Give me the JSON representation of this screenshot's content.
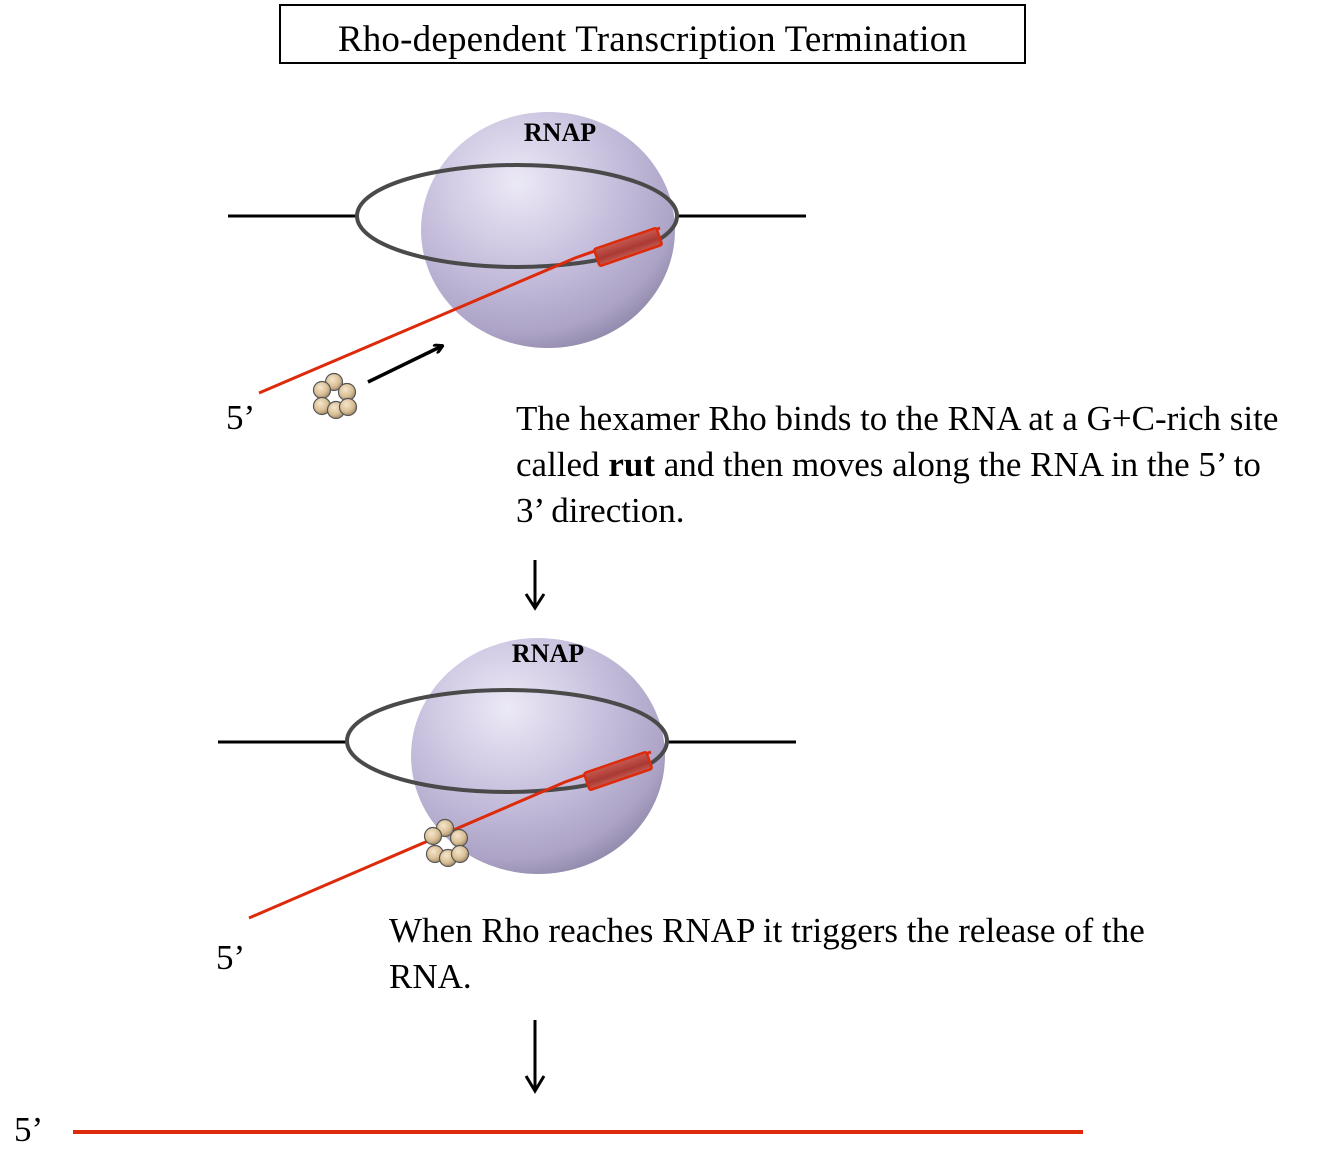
{
  "title": "Rho-dependent Transcription Termination",
  "colors": {
    "rna": "#dd2a0a",
    "rnap_fill": "#c9c2df",
    "rnap_highlight": "#e4e0f2",
    "rnap_shadow": "#9a92b5",
    "dna": "#000000",
    "bubble": "#4a4a4a",
    "rho_subunit": "#dcc29a",
    "rho_outline": "#555555",
    "hybrid_box": "#b5403a"
  },
  "steps": [
    {
      "rnap_label": "RNAP",
      "five_prime_label": "5’",
      "caption_pre": "The hexamer Rho binds to the RNA at a G+C-rich site called ",
      "caption_bold": "rut",
      "caption_post": " and then moves along the RNA in the 5’ to 3’ direction.",
      "rho_position": "on RNA near 5' end, moving toward RNAP"
    },
    {
      "rnap_label": "RNAP",
      "five_prime_label": "5’",
      "caption": "When Rho reaches RNAP it triggers the release of the RNA.",
      "rho_position": "at RNAP"
    },
    {
      "five_prime_label": "5’",
      "description": "released RNA"
    }
  ],
  "arrows": [
    "down-arrow",
    "down-arrow"
  ]
}
